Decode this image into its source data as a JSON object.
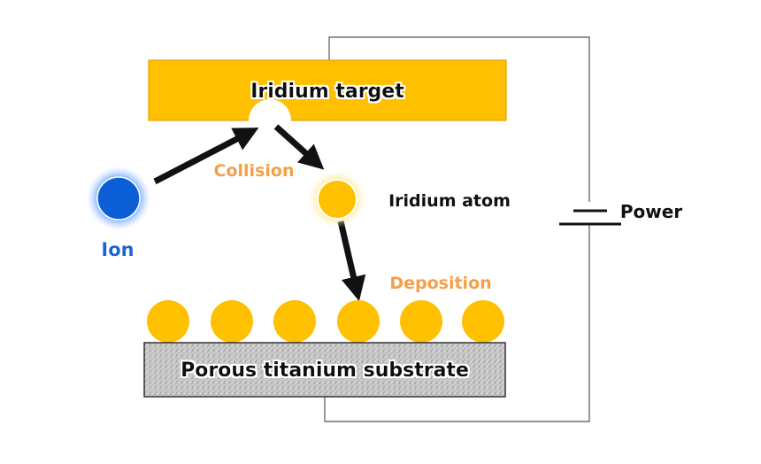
{
  "labels": {
    "target": "Iridium target",
    "collision": "Collision",
    "atom": "Iridium atom",
    "ion": "Ion",
    "deposition": "Deposition",
    "substrate": "Porous titanium substrate",
    "power": "Power"
  },
  "colors": {
    "gold": "#FFC000",
    "gold_edge": "#E8A200",
    "orange_text": "#F4A04A",
    "ion_blue": "#0A5FD6",
    "ion_glow": "#7FB0FF",
    "text_dark": "#111111",
    "wire": "#555555",
    "substrate": "#cfcfcf"
  },
  "icons": {
    "arrow": "black-arrow-icon",
    "battery": "battery-symbol-icon"
  }
}
